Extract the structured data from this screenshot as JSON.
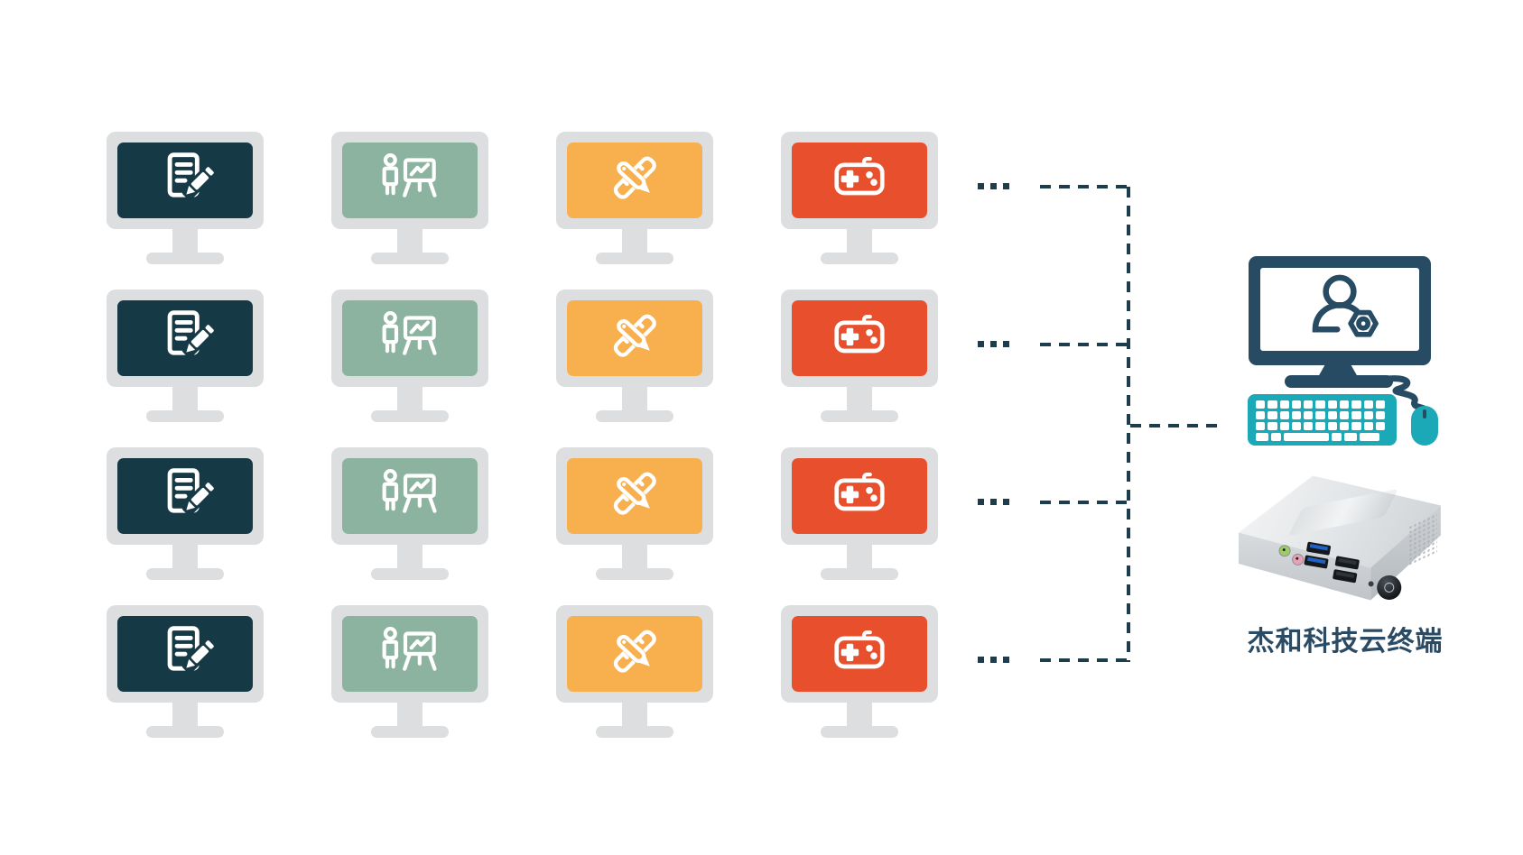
{
  "diagram": {
    "background": "#ffffff",
    "monitor_frame_color": "#dcdee0",
    "connector_color": "#1d3c4c",
    "rows": 4,
    "row_ellipsis": "...",
    "columns": [
      {
        "name": "office",
        "icon": "document-edit-icon",
        "screen_color": "#163946"
      },
      {
        "name": "presentation",
        "icon": "presentation-chart-icon",
        "screen_color": "#8cb3a0"
      },
      {
        "name": "design",
        "icon": "ruler-pencil-icon",
        "screen_color": "#f8b04e"
      },
      {
        "name": "gaming",
        "icon": "gamepad-icon",
        "screen_color": "#e8502d"
      }
    ]
  },
  "admin_station": {
    "icon": "user-settings-icon",
    "monitor_color": "#274b63",
    "keyboard_color": "#1ba9b8",
    "mouse_color": "#1ba9b8"
  },
  "cloud_terminal": {
    "label": "杰和科技云终端",
    "label_color": "#2b4a63"
  }
}
